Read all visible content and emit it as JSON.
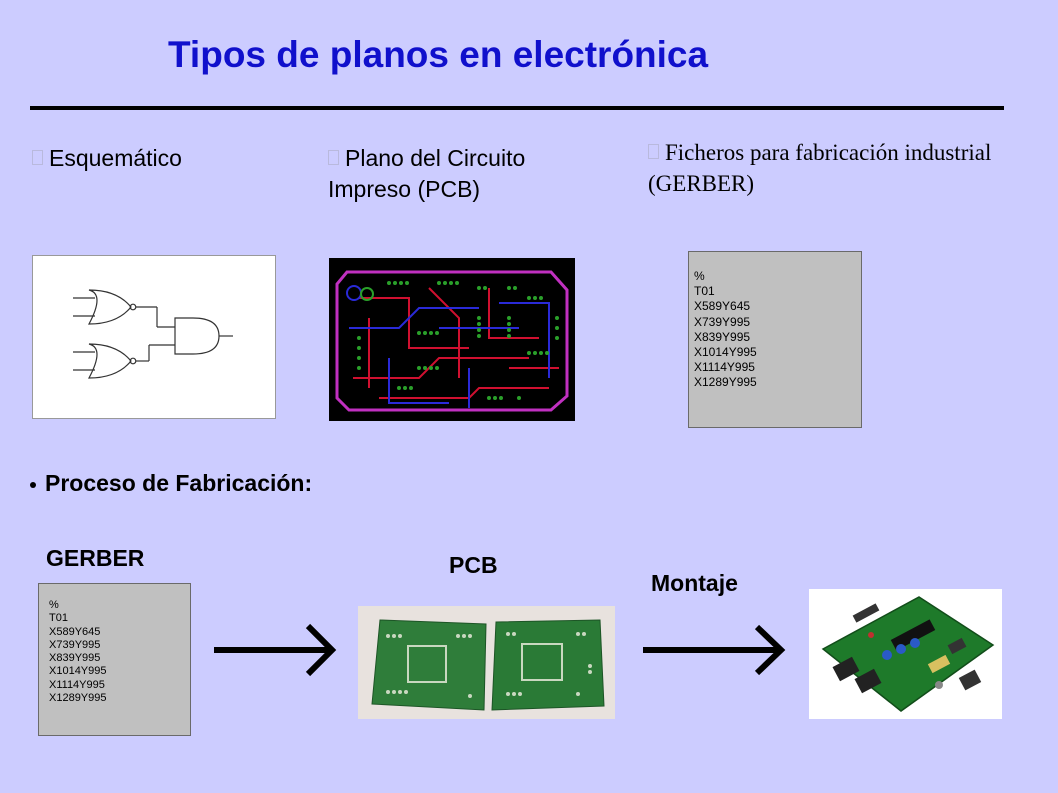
{
  "title": "Tipos de planos en electrónica",
  "plan_types": [
    {
      "label": "Esquemático"
    },
    {
      "label": "Plano del Circuito Impreso (PCB)"
    },
    {
      "label": "Ficheros para fabricación industrial (GERBER)"
    }
  ],
  "gerber_lines": [
    "%",
    "T01",
    "X589Y645",
    "X739Y995",
    "X839Y995",
    "X1014Y995",
    "X1114Y995",
    "X1289Y995"
  ],
  "process": {
    "heading": "Proceso de Fabricación:",
    "steps": {
      "gerber": "GERBER",
      "pcb": "PCB",
      "montaje": "Montaje"
    }
  },
  "colors": {
    "background": "#ccccff",
    "title": "#1010cc",
    "pcb_trace_red": "#d01030",
    "pcb_trace_blue": "#2a2ad8",
    "pcb_outline": "#c030c0",
    "pcb_pad": "#2aa02a",
    "board_green": "#1e7a2a"
  },
  "icons": {
    "schematic": "logic-gate-schematic-icon",
    "arrow": "right-arrow-icon"
  }
}
